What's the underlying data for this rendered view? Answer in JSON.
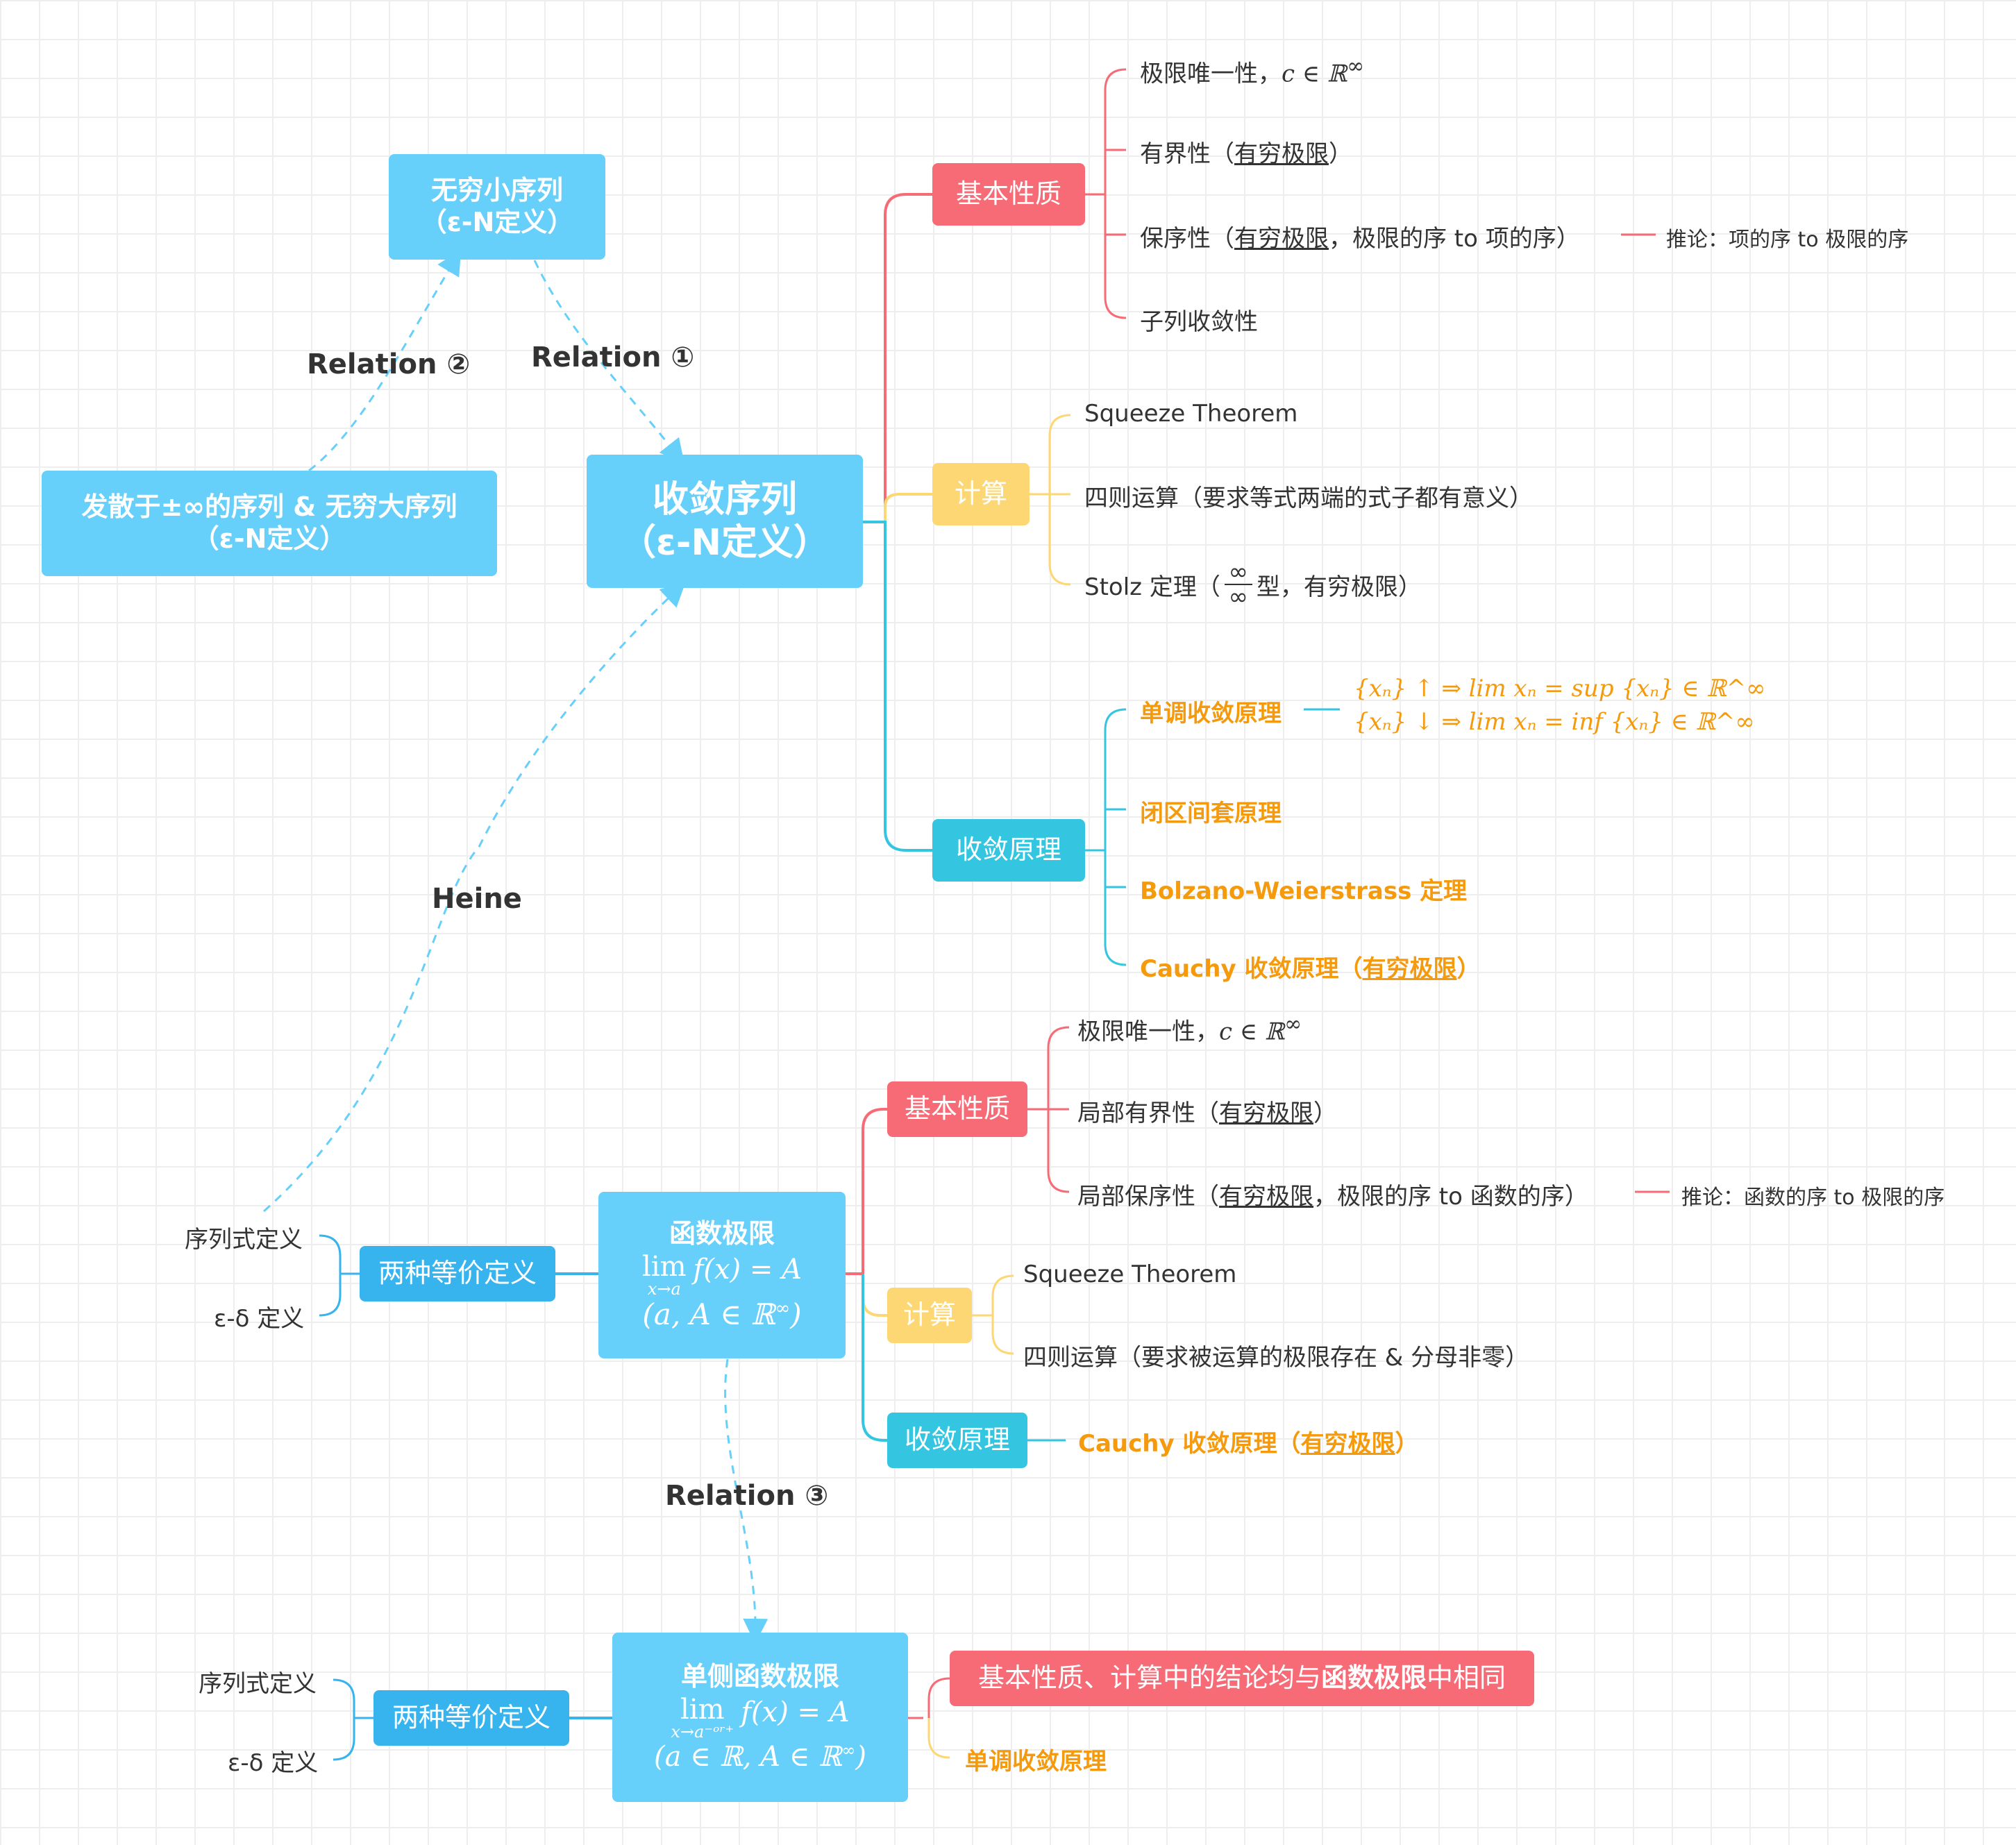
{
  "colors": {
    "blue": "#66cffa",
    "cyan": "#34c6e0",
    "red": "#f76b76",
    "yellow": "#fcd774",
    "orange": "#f59a0c",
    "dark_blue": "#37b3ee"
  },
  "top_left": {
    "infinitesimal": {
      "line1": "无穷小序列",
      "line2": "（ε-N定义）"
    },
    "divergent": {
      "line1": "发散于±∞的序列 & 无穷大序列",
      "line2": "（ε-N定义）"
    },
    "relation1": "Relation ①",
    "relation2": "Relation ②",
    "heine": "Heine"
  },
  "sequence": {
    "line1": "收敛序列",
    "line2": "（ε-N定义）",
    "basic": {
      "label": "基本性质",
      "items": [
        {
          "pre": "极限唯一性，",
          "math": "c ∈ ℝ",
          "sup": "∞"
        },
        {
          "pre": "有界性（",
          "u": "有穷极限",
          "post": "）"
        },
        {
          "pre": "保序性（",
          "u": "有穷极限",
          "post": "，极限的序 to 项的序）"
        },
        {
          "text": "子列收敛性"
        }
      ],
      "corollary": "推论：项的序 to 极限的序"
    },
    "calc": {
      "label": "计算",
      "items": [
        "Squeeze Theorem",
        "四则运算（要求等式两端的式子都有意义）"
      ],
      "stolz_pre": "Stolz 定理（",
      "stolz_num": "∞",
      "stolz_den": "∞",
      "stolz_post": "型，有穷极限）"
    },
    "conv": {
      "label": "收敛原理",
      "monotone": "单调收敛原理",
      "monotone_formula1": "{xₙ} ↑ ⇒  lim xₙ = sup {xₙ} ∈ ℝ^∞",
      "monotone_formula2": "{xₙ} ↓ ⇒  lim xₙ = inf {xₙ} ∈ ℝ^∞",
      "nested": "闭区间套原理",
      "bw": "Bolzano-Weierstrass 定理",
      "cauchy_pre": "Cauchy 收敛原理（",
      "cauchy_u": "有穷极限",
      "cauchy_post": "）"
    }
  },
  "function": {
    "title": "函数极限",
    "lim": "lim",
    "lim_sub": "x→a",
    "expr": "f(x) = A",
    "domain": "(a, A ∈ ℝ",
    "domain_sup": "∞",
    "domain_close": ")",
    "equiv": "两种等价定义",
    "def1": "序列式定义",
    "def2": "ε-δ 定义",
    "basic": {
      "label": "基本性质",
      "items": [
        {
          "pre": "极限唯一性，",
          "math": "c ∈ ℝ",
          "sup": "∞"
        },
        {
          "pre": "局部有界性（",
          "u": "有穷极限",
          "post": "）"
        },
        {
          "pre": "局部保序性（",
          "u": "有穷极限",
          "post": "，极限的序 to 函数的序）"
        }
      ],
      "corollary": "推论：函数的序 to 极限的序"
    },
    "calc": {
      "label": "计算",
      "items": [
        "Squeeze Theorem",
        "四则运算（要求被运算的极限存在 & 分母非零）"
      ]
    },
    "conv": {
      "label": "收敛原理",
      "cauchy_pre": "Cauchy 收敛原理（",
      "cauchy_u": "有穷极限",
      "cauchy_post": "）"
    },
    "relation3": "Relation ③"
  },
  "one_sided": {
    "title": "单侧函数极限",
    "lim": "lim",
    "lim_sub": "x→a⁻ᵒʳ⁺",
    "expr": "f(x) = A",
    "domain": "(a ∈ ℝ, A ∈ ℝ",
    "domain_sup": "∞",
    "domain_close": ")",
    "equiv": "两种等价定义",
    "def1": "序列式定义",
    "def2": "ε-δ 定义",
    "same_pre": "基本性质、计算中的结论均与",
    "same_bold": "函数极限",
    "same_post": "中相同",
    "monotone": "单调收敛原理"
  }
}
